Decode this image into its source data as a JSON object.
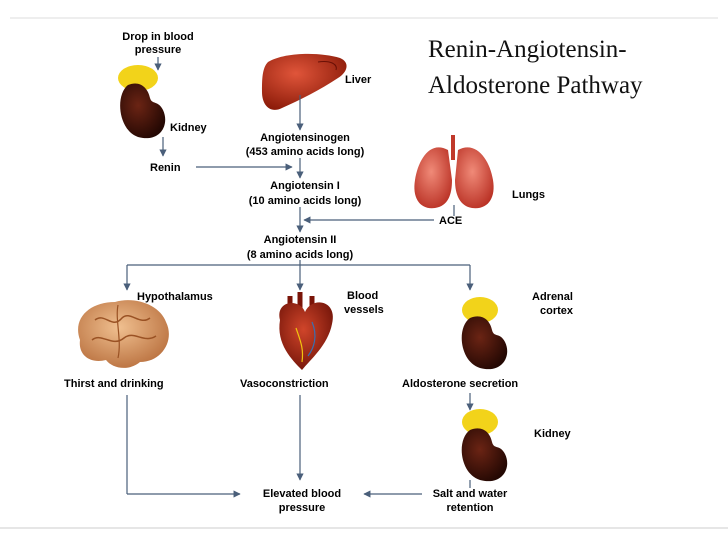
{
  "title": {
    "line1": "Renin-Angiotensin-",
    "line2": "Aldosterone Pathway"
  },
  "labels": {
    "drop_bp_1": "Drop in blood",
    "drop_bp_2": "pressure",
    "kidney_top": "Kidney",
    "renin": "Renin",
    "liver": "Liver",
    "angiotensinogen_1": "Angiotensinogen",
    "angiotensinogen_2": "(453 amino acids long)",
    "angiotensin1_1": "Angiotensin I",
    "angiotensin1_2": "(10 amino acids long)",
    "lungs": "Lungs",
    "ace": "ACE",
    "angiotensin2_1": "Angiotensin II",
    "angiotensin2_2": "(8 amino acids long)",
    "hypothalamus": "Hypothalamus",
    "blood_vessels_1": "Blood",
    "blood_vessels_2": "vessels",
    "adrenal_1": "Adrenal",
    "adrenal_2": "cortex",
    "thirst": "Thirst and drinking",
    "vasoconstriction": "Vasoconstriction",
    "aldosterone": "Aldosterone secretion",
    "kidney_bottom": "Kidney",
    "salt_1": "Salt and water",
    "salt_2": "retention",
    "elevated_1": "Elevated blood",
    "elevated_2": "pressure"
  },
  "colors": {
    "arrow": "#4a5f7a",
    "kidney": "#3b1208",
    "adrenal": "#f2d31a",
    "liver": "#b5260f",
    "lungs": "#d8443a",
    "brain": "#d9935a",
    "heart": "#9e1e10"
  }
}
